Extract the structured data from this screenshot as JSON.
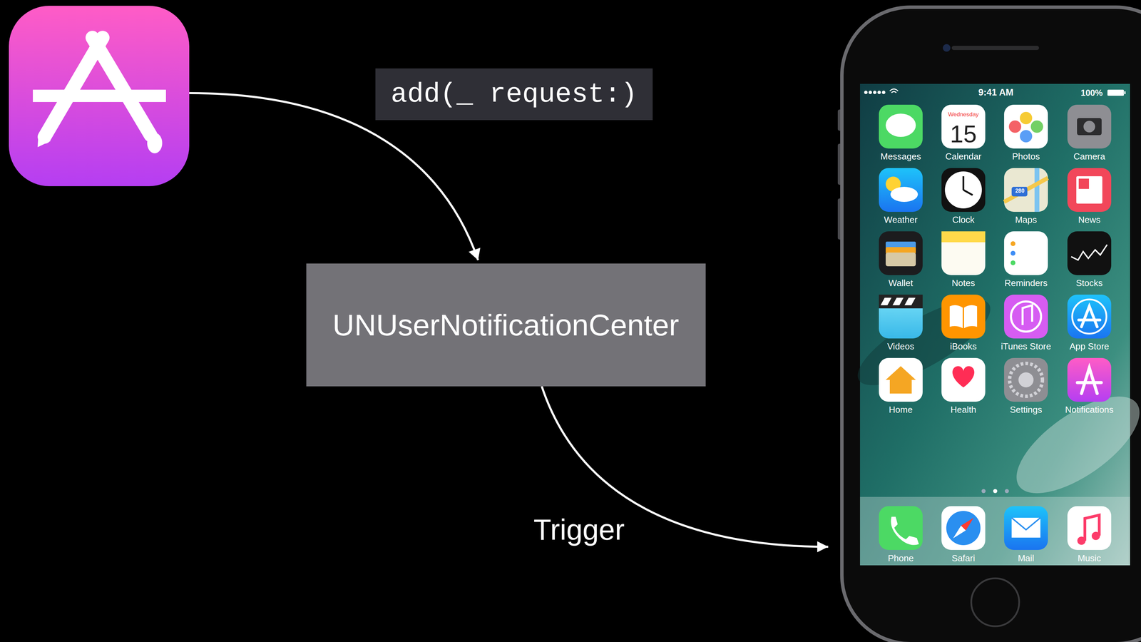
{
  "diagram": {
    "nodes": [
      {
        "text": [
          "add(_ request:)"
        ]
      },
      {
        "text": [
          "UNUserNotificationCenter"
        ]
      },
      {
        "text": [
          "9:41 AM",
          "100%",
          "Wednesday",
          "15",
          "280",
          "Messages",
          "Calendar",
          "Photos",
          "Camera",
          "Weather",
          "Clock",
          "Maps",
          "News",
          "Wallet",
          "Notes",
          "Reminders",
          "Stocks",
          "Videos",
          "iBooks",
          "iTunes Store",
          "App Store",
          "Home",
          "Health",
          "Settings",
          "Notifications",
          "Phone",
          "Safari",
          "Mail",
          "Music"
        ]
      }
    ],
    "edges": [
      {
        "from": 1,
        "to": 2,
        "arrow": "to",
        "label": "Trigger"
      }
    ]
  }
}
